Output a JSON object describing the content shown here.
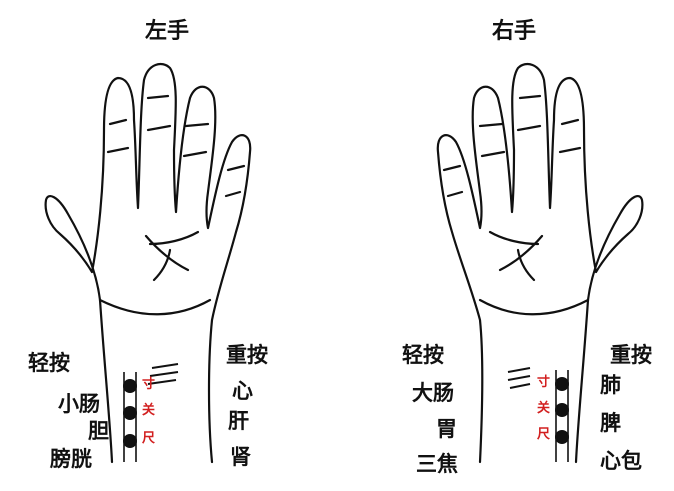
{
  "colors": {
    "ink": "#111111",
    "accent_red": "#d21f1f",
    "background": "#ffffff"
  },
  "left_hand": {
    "title": "左手",
    "light_press": "轻按",
    "heavy_press": "重按",
    "light_organs": [
      "小肠",
      "胆",
      "膀胱"
    ],
    "heavy_organs": [
      "心",
      "肝",
      "肾"
    ],
    "positions": [
      "寸",
      "关",
      "尺"
    ]
  },
  "right_hand": {
    "title": "右手",
    "light_press": "轻按",
    "heavy_press": "重按",
    "light_organs": [
      "大肠",
      "胃",
      "三焦"
    ],
    "heavy_organs": [
      "肺",
      "脾",
      "心包"
    ],
    "positions": [
      "寸",
      "关",
      "尺"
    ]
  }
}
